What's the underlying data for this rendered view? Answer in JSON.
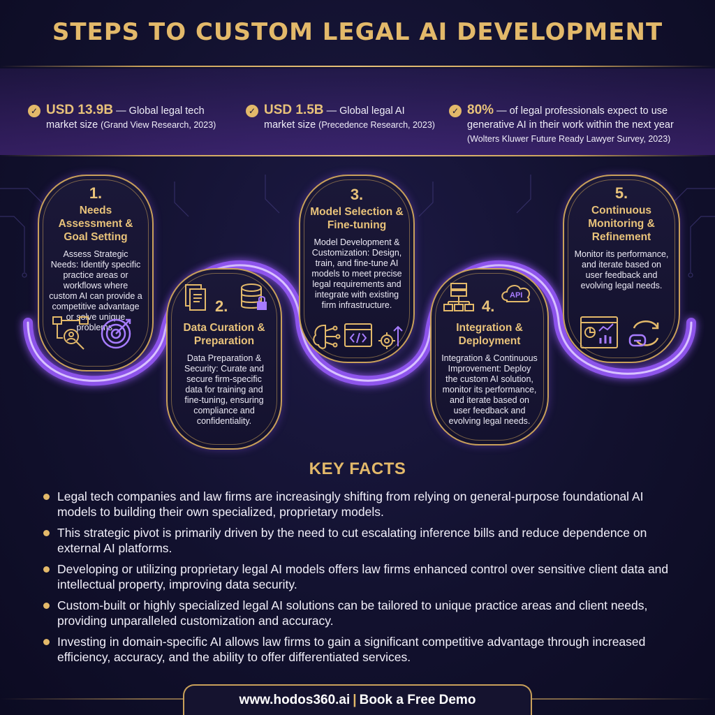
{
  "header": {
    "title": "STEPS TO CUSTOM LEGAL AI DEVELOPMENT"
  },
  "stats": [
    {
      "value": "USD 13.9B",
      "text1": "— Global legal tech",
      "text2": "market size",
      "source": "(Grand View Research, 2023)"
    },
    {
      "value": "USD 1.5B",
      "text1": "— Global legal AI",
      "text2": "market size",
      "source": "(Precedence Research, 2023)"
    },
    {
      "value": "80%",
      "text1": "— of legal professionals expect to use",
      "text2": "generative AI in their work within the next year",
      "source": "(Wolters Kluwer Future Ready Lawyer Survey, 2023)"
    }
  ],
  "steps": [
    {
      "number": "1.",
      "title": "Needs Assessment & Goal Setting",
      "description": "Assess Strategic Needs: Identify specific practice areas or workflows where custom AI can provide a competitive advantage or solve unique problems.",
      "icons": [
        "workflow-search-icon",
        "target-icon"
      ]
    },
    {
      "number": "2.",
      "title": "Data Curation & Preparation",
      "description": "Data Preparation & Security: Curate and secure firm-specific data for training and fine-tuning, ensuring compliance and confidentiality.",
      "icons": [
        "documents-icon",
        "secure-database-icon"
      ]
    },
    {
      "number": "3.",
      "title": "Model Selection & Fine-tuning",
      "description": "Model Development & Customization: Design, train, and fine-tune AI models to meet precise legal requirements and integrate with existing firm infrastructure.",
      "icons": [
        "ai-brain-icon",
        "code-window-icon",
        "gear-upgrade-icon"
      ]
    },
    {
      "number": "4.",
      "title": "Integration & Deployment",
      "description": "Integration & Continuous Improvement: Deploy the custom AI solution, monitor its performance, and iterate based on user feedback and evolving legal needs.",
      "icons": [
        "server-network-icon",
        "cloud-api-icon"
      ],
      "api_label": "API"
    },
    {
      "number": "5.",
      "title": "Continuous Monitoring & Refinement",
      "description": "Monitor its performance, and iterate based on user feedback and evolving legal needs.",
      "icons": [
        "analytics-dashboard-icon",
        "feedback-cycle-icon"
      ]
    }
  ],
  "key_facts": {
    "title": "KEY FACTS",
    "items": [
      "Legal tech companies and law firms are increasingly shifting from relying on general-purpose foundational AI models to building their own specialized, proprietary models.",
      "This strategic pivot is primarily driven by the need to cut escalating inference bills and reduce dependence on external AI platforms.",
      "Developing or utilizing proprietary legal AI models offers law firms enhanced control over sensitive client data and intellectual property, improving data security.",
      "Custom-built or highly specialized legal AI solutions can be tailored to unique practice areas and client needs, providing unparalleled customization and accuracy.",
      "Investing in domain-specific AI allows law firms to gain a significant competitive advantage through increased efficiency, accuracy, and the ability to offer differentiated services."
    ]
  },
  "footer": {
    "website": "www.hodos360.ai",
    "separator": "|",
    "cta": "Book a Free Demo"
  },
  "colors": {
    "background": "#12112e",
    "gold": "#e3b96a",
    "purple_glow": "#9b5cff"
  }
}
